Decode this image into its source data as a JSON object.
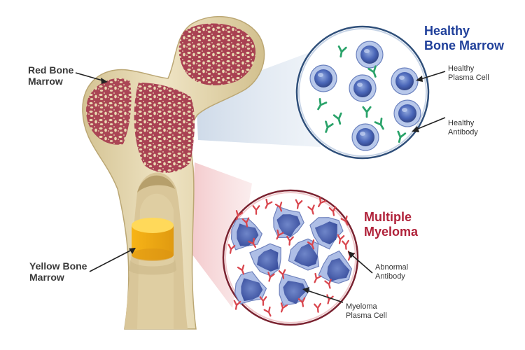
{
  "labels": {
    "red_marrow": [
      "Red Bone",
      "Marrow"
    ],
    "yellow_marrow": [
      "Yellow Bone",
      "Marrow"
    ],
    "healthy_title": [
      "Healthy",
      "Bone Marrow"
    ],
    "healthy_plasma": [
      "Healthy",
      "Plasma Cell"
    ],
    "healthy_antibody": [
      "Healthy",
      "Antibody"
    ],
    "myeloma_title": [
      "Multiple",
      "Myeloma"
    ],
    "abnormal_antibody": [
      "Abnormal",
      "Antibody"
    ],
    "myeloma_plasma": [
      "Myeloma",
      "Plasma Cell"
    ]
  },
  "colors": {
    "bone": "#e9dcb4",
    "bone_shadow": "#cbb988",
    "spongy": "#9a3448",
    "yellow_marrow": "#f2b21e",
    "healthy_title": "#1f3f9a",
    "myeloma_title": "#b0223a",
    "cell": "#4a66b8",
    "healthy_antibody": "#2aa36a",
    "abnormal_antibody": "#d9464e"
  }
}
